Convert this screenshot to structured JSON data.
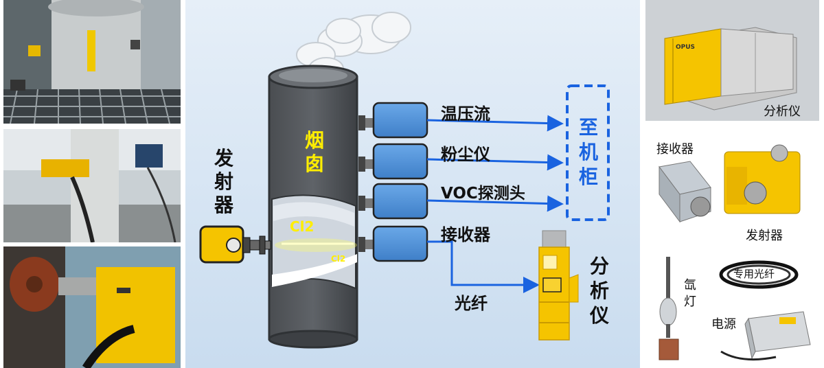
{
  "diagram": {
    "chimney_label": "烟囱",
    "emitter_label": "发射器",
    "gas_label_main": "Cl2",
    "gas_label_sub": "Cl2",
    "sensors": [
      {
        "label": "温压流"
      },
      {
        "label": "粉尘仪"
      },
      {
        "label": "VOC探测头"
      },
      {
        "label": "接收器"
      }
    ],
    "cabinet_label": "至机柜",
    "fiber_label": "光纤",
    "analyzer_label": "分析仪"
  },
  "right_panels": {
    "analyzer_caption": "分析仪",
    "receiver_caption": "接收器",
    "emitter_caption": "发射器",
    "lamp_caption": "氙灯",
    "fiber_caption": "专用光纤",
    "power_caption": "电源",
    "device_brand": "OPUS"
  },
  "colors": {
    "diagram_bg": "#dbe8f5",
    "chimney": "#505357",
    "sensor_box": "#4a8dd6",
    "arrow": "#1a63e0",
    "yellow": "#f5c400",
    "label_yellow": "#ffee00"
  }
}
